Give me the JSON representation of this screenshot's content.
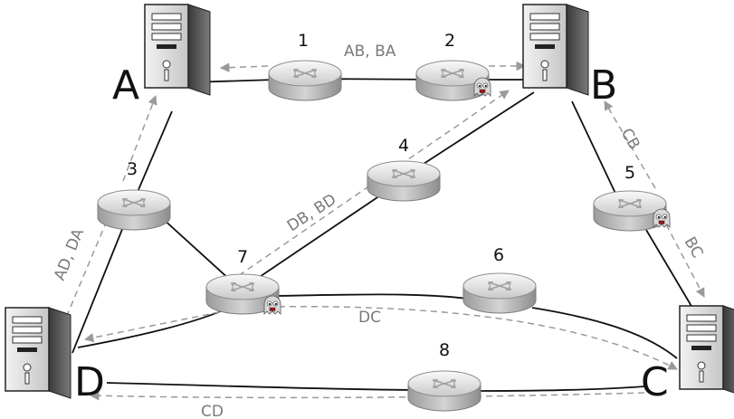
{
  "hosts": [
    {
      "id": "A",
      "label": "A"
    },
    {
      "id": "B",
      "label": "B"
    },
    {
      "id": "C",
      "label": "C"
    },
    {
      "id": "D",
      "label": "D"
    }
  ],
  "routers": [
    {
      "id": "1",
      "label": "1",
      "compromised": false
    },
    {
      "id": "2",
      "label": "2",
      "compromised": true
    },
    {
      "id": "3",
      "label": "3",
      "compromised": false
    },
    {
      "id": "4",
      "label": "4",
      "compromised": false
    },
    {
      "id": "5",
      "label": "5",
      "compromised": true
    },
    {
      "id": "6",
      "label": "6",
      "compromised": false
    },
    {
      "id": "7",
      "label": "7",
      "compromised": true
    },
    {
      "id": "8",
      "label": "8",
      "compromised": false
    }
  ],
  "links": [
    [
      "A",
      "1"
    ],
    [
      "1",
      "2"
    ],
    [
      "2",
      "B"
    ],
    [
      "A",
      "3"
    ],
    [
      "3",
      "D"
    ],
    [
      "3",
      "7"
    ],
    [
      "B",
      "4"
    ],
    [
      "4",
      "7"
    ],
    [
      "7",
      "D"
    ],
    [
      "7",
      "6"
    ],
    [
      "6",
      "C"
    ],
    [
      "B",
      "5"
    ],
    [
      "5",
      "C"
    ],
    [
      "D",
      "8"
    ],
    [
      "8",
      "C"
    ]
  ],
  "flows": [
    {
      "id": "ab_ba",
      "label": "AB, BA"
    },
    {
      "id": "ad_da",
      "label": "AD, DA"
    },
    {
      "id": "db_bd",
      "label": "DB, BD"
    },
    {
      "id": "cb",
      "label": "CB"
    },
    {
      "id": "bc",
      "label": "BC"
    },
    {
      "id": "dc",
      "label": "DC"
    },
    {
      "id": "cd",
      "label": "CD"
    }
  ],
  "colors": {
    "link": "#111111",
    "flow": "#9a9a9a",
    "label_gray": "#7a7a7a"
  }
}
